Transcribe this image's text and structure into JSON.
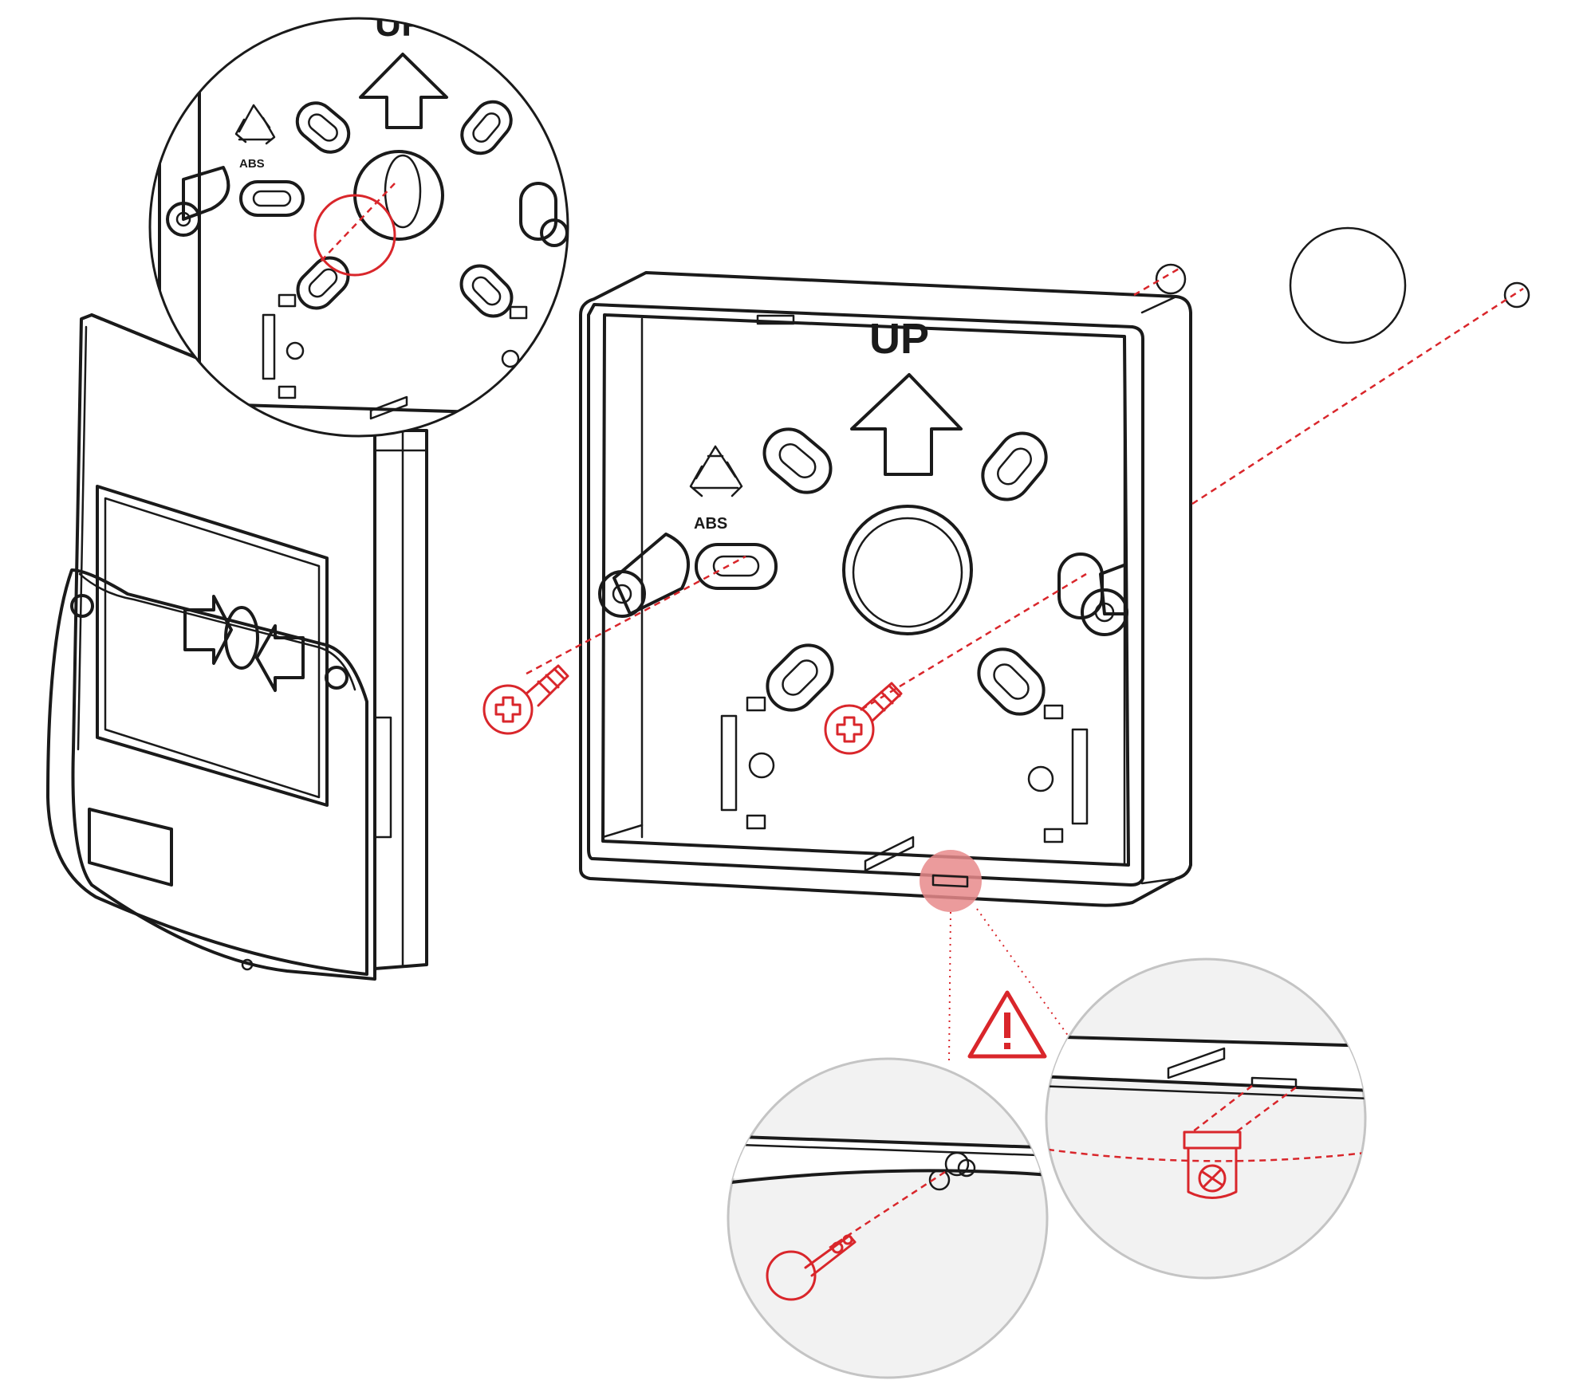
{
  "labels": {
    "material_inset": "ABS",
    "material_box": "ABS",
    "up_inset": "UP",
    "up_box": "UP"
  },
  "colors": {
    "ink": "#1a1a1a",
    "accent": "#d9262b",
    "highlight": "#e8898b",
    "detail_bg": "#f2f2f2",
    "detail_border": "#c4c4c4"
  },
  "icons": [
    "recycle-icon",
    "up-arrow-icon",
    "warning-icon",
    "screw-icon",
    "arrow-right-icon",
    "arrow-left-icon"
  ]
}
